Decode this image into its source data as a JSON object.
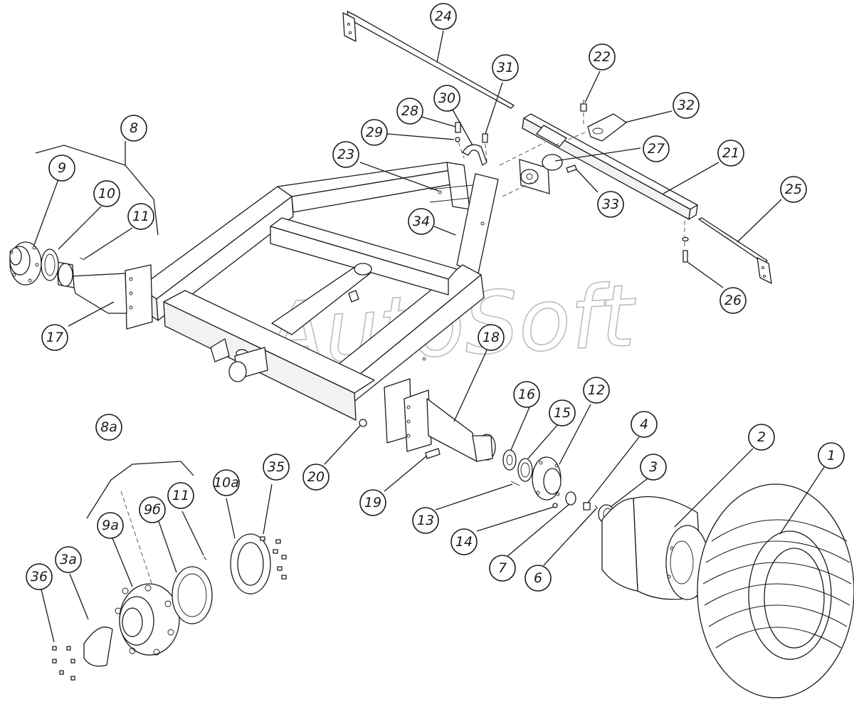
{
  "watermark": "AutoSoft",
  "callouts": [
    {
      "label": "24"
    },
    {
      "label": "22"
    },
    {
      "label": "31"
    },
    {
      "label": "32"
    },
    {
      "label": "30"
    },
    {
      "label": "28"
    },
    {
      "label": "29"
    },
    {
      "label": "27"
    },
    {
      "label": "23"
    },
    {
      "label": "21"
    },
    {
      "label": "25"
    },
    {
      "label": "33"
    },
    {
      "label": "34"
    },
    {
      "label": "26"
    },
    {
      "label": "8"
    },
    {
      "label": "9"
    },
    {
      "label": "10"
    },
    {
      "label": "11"
    },
    {
      "label": "17"
    },
    {
      "label": "18"
    },
    {
      "label": "16"
    },
    {
      "label": "15"
    },
    {
      "label": "12"
    },
    {
      "label": "4"
    },
    {
      "label": "3"
    },
    {
      "label": "2"
    },
    {
      "label": "1"
    },
    {
      "label": "20"
    },
    {
      "label": "19"
    },
    {
      "label": "13"
    },
    {
      "label": "14"
    },
    {
      "label": "7"
    },
    {
      "label": "6"
    },
    {
      "label": "8a"
    },
    {
      "label": "35"
    },
    {
      "label": "10a"
    },
    {
      "label": "9a"
    },
    {
      "label": "9б"
    },
    {
      "label": "11"
    },
    {
      "label": "3a"
    },
    {
      "label": "36"
    }
  ]
}
